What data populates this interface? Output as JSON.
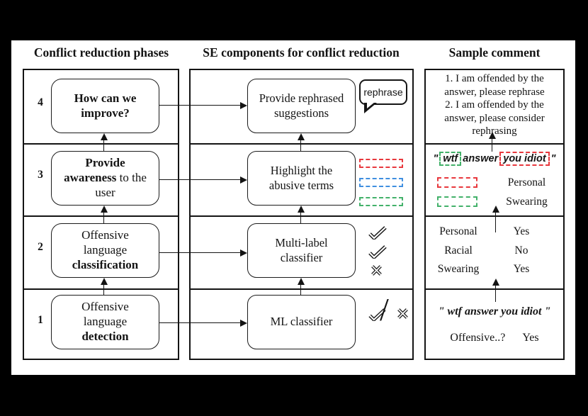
{
  "headers": {
    "phases": "Conflict reduction phases",
    "components": "SE components for conflict reduction",
    "sample": "Sample comment"
  },
  "phases": [
    {
      "num": "4",
      "lines": [
        {
          "b": "How can we",
          "n": ""
        },
        {
          "b": "improve?",
          "n": ""
        },
        {
          "b": "",
          "n": ""
        }
      ]
    },
    {
      "num": "3",
      "lines": [
        {
          "b": "Provide",
          "n": ""
        },
        {
          "b": "awareness",
          "n": " to the"
        },
        {
          "b": "",
          "n": "user"
        }
      ]
    },
    {
      "num": "2",
      "lines": [
        {
          "b": "",
          "n": "Offensive"
        },
        {
          "b": "",
          "n": "language"
        },
        {
          "b": "classification",
          "n": ""
        }
      ]
    },
    {
      "num": "1",
      "lines": [
        {
          "b": "",
          "n": "Offensive"
        },
        {
          "b": "",
          "n": "language"
        },
        {
          "b": "detection",
          "n": ""
        }
      ]
    }
  ],
  "components": {
    "rephrase_box": "Provide rephrased suggestions",
    "bubble": "rephrase",
    "highlight_box": "Highlight the abusive terms",
    "multilabel_box": "Multi-label classifier",
    "ml_box": "ML classifier"
  },
  "symbols": {
    "slash": "/"
  },
  "sample": {
    "feedback_lines": [
      "1. I am offended by the",
      "answer, please rephrase",
      "2. I am offended by the",
      "answer, please consider",
      "rephrasing"
    ],
    "highlighted": {
      "open": "\"",
      "green": "wtf",
      "mid": "answer",
      "red": "you idiot",
      "close": "\""
    },
    "legend": [
      {
        "color": "red",
        "label": "Personal"
      },
      {
        "color": "green",
        "label": "Swearing"
      }
    ],
    "classification": [
      {
        "label": "Personal",
        "value": "Yes"
      },
      {
        "label": "Racial",
        "value": "No"
      },
      {
        "label": "Swearing",
        "value": "Yes"
      }
    ],
    "detection": {
      "quote": "\" wtf answer you idiot \"",
      "label": "Offensive..?",
      "value": "Yes"
    }
  },
  "colors": {
    "red": "#e8383d",
    "blue": "#3f8fe0",
    "green": "#43b16a",
    "line": "#141414"
  }
}
